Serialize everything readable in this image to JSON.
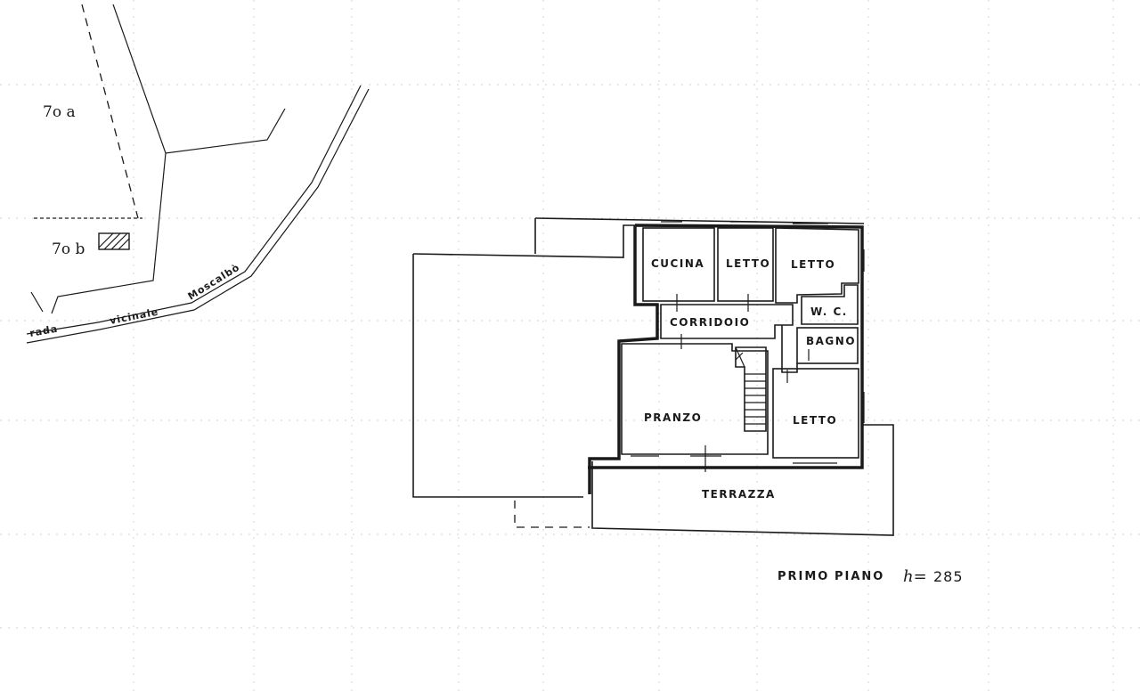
{
  "parcels": {
    "parcel_a": "7o a",
    "parcel_b": "7o b"
  },
  "road": {
    "part1": "rada",
    "part2": "vicinale",
    "part3": "Moscalbò"
  },
  "rooms": {
    "cucina": "CUCINA",
    "letto_1": "LETTO",
    "letto_2": "LETTO",
    "corridoio": "CORRIDOIO",
    "wc": "W. C.",
    "bagno": "BAGNO",
    "pranzo": "PRANZO",
    "letto_3": "LETTO",
    "terrazza": "TERRAZZA"
  },
  "caption": {
    "floor": "PRIMO",
    "piano": "PIANO",
    "h_symbol": "h=",
    "height_value": "285"
  }
}
